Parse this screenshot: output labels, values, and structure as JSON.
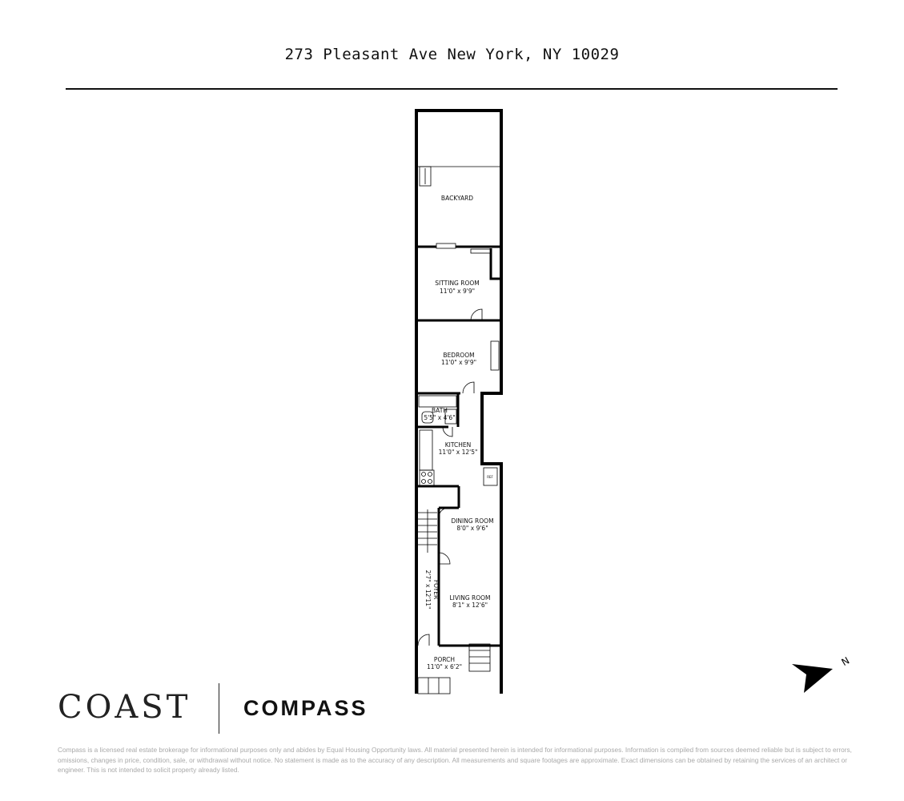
{
  "header": {
    "address": "273 Pleasant Ave New York, NY 10029"
  },
  "rooms": {
    "backyard": {
      "name": "BACKYARD"
    },
    "sitting_room": {
      "name": "SITTING ROOM",
      "dims": "11'0\" x 9'9\""
    },
    "bedroom": {
      "name": "BEDROOM",
      "dims": "11'0\" x 9'9\""
    },
    "bath": {
      "name": "BATH",
      "dims": "5'5\" x 4'6\""
    },
    "kitchen": {
      "name": "KITCHEN",
      "dims": "11'0\" x 12'5\""
    },
    "ref": {
      "name": "REF"
    },
    "dining_room": {
      "name": "DINING ROOM",
      "dims": "8'0\" x 9'6\""
    },
    "foyer": {
      "name": "FOYER",
      "dims": "2'7\" x 12'11\""
    },
    "living_room": {
      "name": "LIVING ROOM",
      "dims": "8'1\" x 12'6\""
    },
    "porch": {
      "name": "PORCH",
      "dims": "11'0\" x 6'2\""
    }
  },
  "compass": {
    "label": "N",
    "icon": "north-arrow-icon"
  },
  "logos": {
    "coast": "COAST",
    "compass": "COMPASS"
  },
  "footer": {
    "disclaimer": "Compass is a licensed real estate brokerage for informational purposes only and abides by Equal Housing Opportunity laws. All material presented herein is intended for informational purposes. Information is compiled from sources deemed reliable but is subject to errors, omissions, changes in price, condition, sale, or withdrawal without notice. No statement is made as to the accuracy of any description. All measurements and square footages are approximate. Exact dimensions can be obtained by retaining the services of an architect or engineer. This is not intended to solicit property already listed."
  }
}
